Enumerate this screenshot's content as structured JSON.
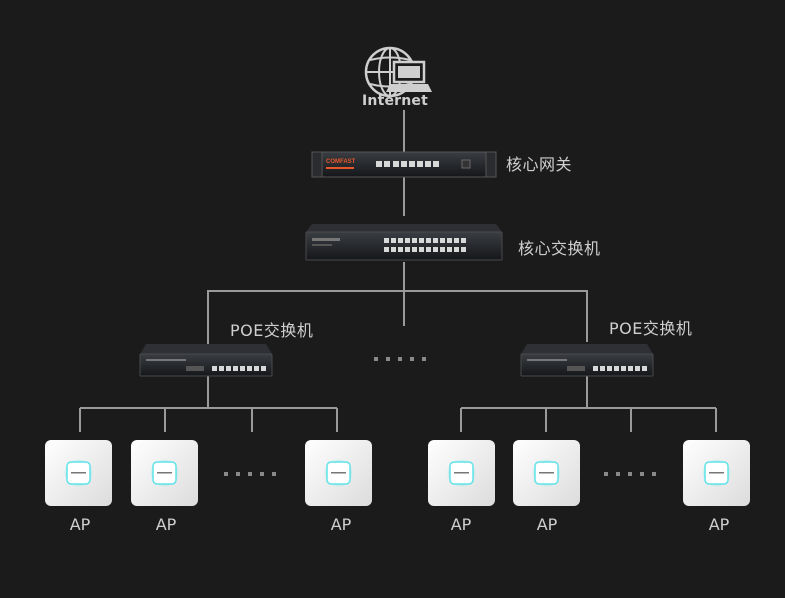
{
  "internet": {
    "label": "Internet"
  },
  "gateway": {
    "label": "核心网关",
    "brand": "COMFAST"
  },
  "core_switch": {
    "label": "核心交换机"
  },
  "poe_switches": [
    {
      "label": "POE交换机"
    },
    {
      "label": "POE交换机"
    }
  ],
  "aps": [
    {
      "label": "AP"
    },
    {
      "label": "AP"
    },
    {
      "label": "AP"
    },
    {
      "label": "AP"
    },
    {
      "label": "AP"
    },
    {
      "label": "AP"
    }
  ],
  "colors": {
    "background": "#1b1b1c",
    "line": "#9a9a9a",
    "ap_glow": "#5fe3e8",
    "gateway_brand": "#e8572a"
  }
}
